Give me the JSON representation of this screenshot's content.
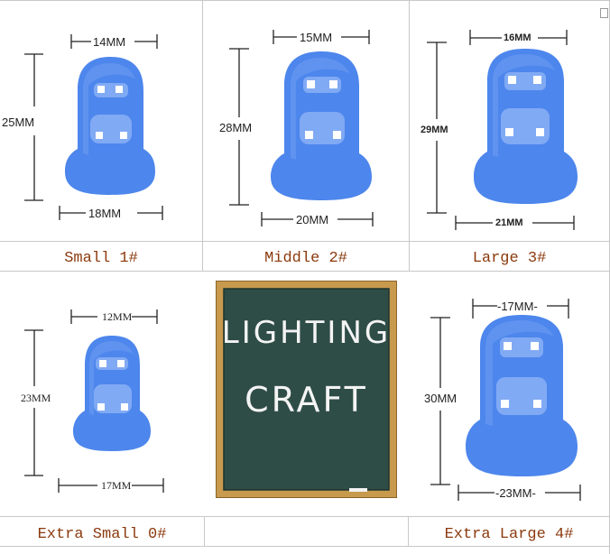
{
  "products": [
    {
      "caption": "Small 1#",
      "top_width": "14MM",
      "height": "25MM",
      "bottom_width": "18MM"
    },
    {
      "caption": "Middle 2#",
      "top_width": "15MM",
      "height": "28MM",
      "bottom_width": "20MM"
    },
    {
      "caption": "Large 3#",
      "top_width": "16MM",
      "height": "29MM",
      "bottom_width": "21MM"
    },
    {
      "caption": "Extra Small 0#",
      "top_width": "12MM",
      "height": "23MM",
      "bottom_width": "17MM"
    },
    {
      "caption": "Extra Large 4#",
      "top_width": "-17MM-",
      "height": "30MM",
      "bottom_width": "-23MM-"
    }
  ],
  "board": {
    "line1": "LIGHTING",
    "line2": "CRAFT"
  },
  "colors": {
    "thimble": "#4d86ec",
    "caption": "#8b3a0e",
    "board": "#2f4d47",
    "frame": "#c79a4e"
  }
}
